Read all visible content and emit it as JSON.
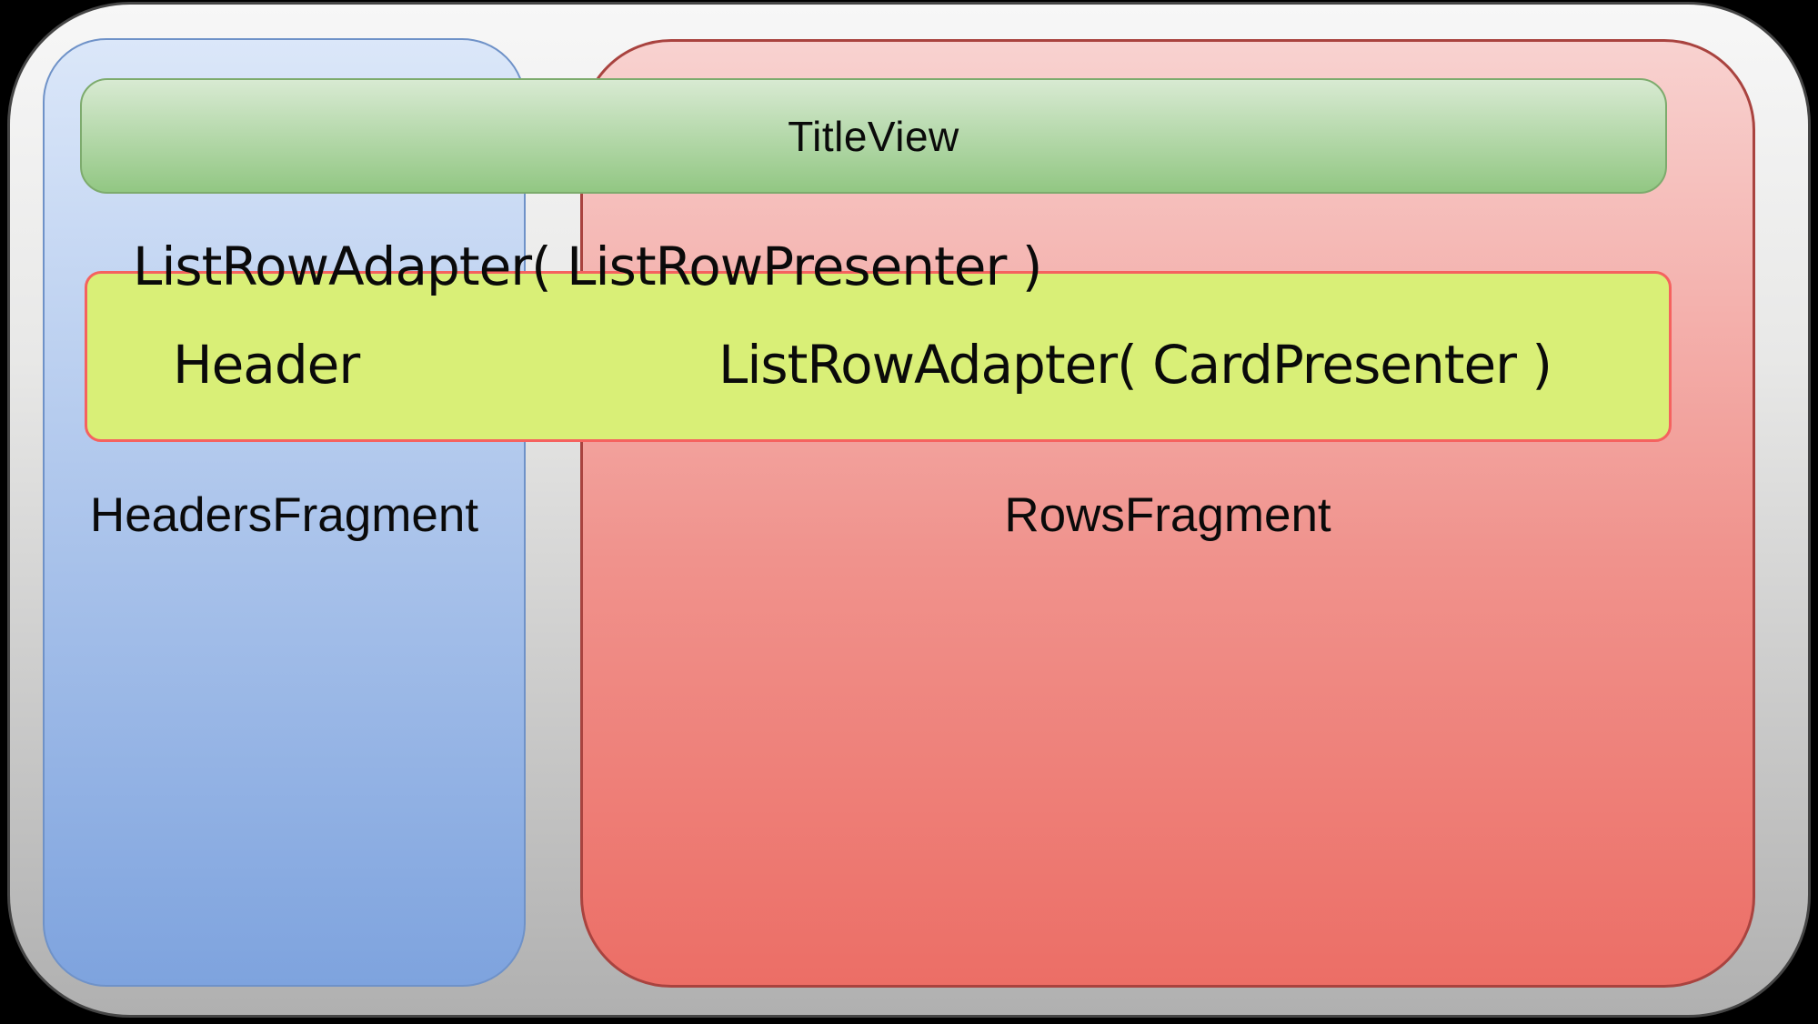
{
  "title_bar": {
    "label": "TitleView"
  },
  "adapter_row": {
    "label": "ListRowAdapter( ListRowPresenter )"
  },
  "item_row": {
    "header_label": "Header",
    "adapter_label": "ListRowAdapter( CardPresenter )"
  },
  "headers_panel": {
    "label": "HeadersFragment"
  },
  "rows_panel": {
    "label": "RowsFragment"
  },
  "colors": {
    "background": "#000000",
    "outer_top": "#f7f7f7",
    "outer_bottom": "#b0b0b0",
    "outer_border": "#454545",
    "headers_top": "#dbe7f9",
    "headers_bottom": "#7ea3de",
    "headers_border": "#6f92c8",
    "rows_top": "#f8d2d0",
    "rows_bottom": "#ec6e66",
    "rows_border": "#a9433f",
    "title_top": "#d8ead2",
    "title_bottom": "#92c783",
    "title_border": "#7dab6d",
    "listrow_fill": "#d9ef77",
    "listrow_border": "#f5625f",
    "text": "#0a0a0a"
  }
}
